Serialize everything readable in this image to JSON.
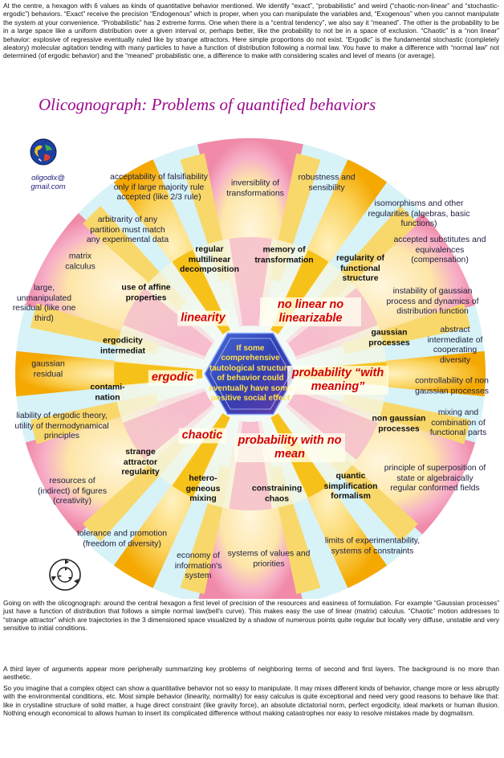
{
  "intro_text": "At the centre, a hexagon with 6 values as kinds of quantitative behavior mentioned. We identify “exact”, “probabilistic” and weird (“chaotic-non-linear” and “stochastic-ergodic”) behaviors. “Exact” receive the precision “Endogenous” which is proper, when you can manipulate the variables and, “Exogenous” when you cannot manipulate the system at your convenience. “Probabilistic” has 2 extreme forms. One when there is a “central tendency”, we also say it “meaned”. The other is the probability to be in a large space like a uniform distribution over a given interval or, perhaps better, like the probability to not be in a space of exclusion. “Chaotic” is a “non linear” behavior: explosive of regressive eventually ruled like by strange attractors. Here simple proportions do not exist. “Ergodic” is the fundamental stochastic (completely aleatory) molecular agitation tending with many particles to have a function of distribution following a normal law. You have to make a difference with “normal law” not determined (of ergodic behavior) and the “meaned” probabilistic one, a difference to make with considering scales and level of means (or average).",
  "title": "Olicognograph: Problems of quantified behaviors",
  "email": "oligodix@\ngmail.com",
  "center_text": "If some comprehensive tautological structure of behavior could eventually have some positive social effect",
  "first_layer": {
    "linearity": "linearity",
    "no_linear": "no linear no linearizable",
    "probability_meaning": "probability “with meaning”",
    "probability_no_mean": "probability with no mean",
    "chaotic": "chaotic",
    "ergodic": "ergodic"
  },
  "second_layer": {
    "regular_multilinear": "regular multilinear decomposition",
    "memory_transformation": "memory of transformation",
    "regularity_functional": "regularity of functional structure",
    "gaussian_processes": "gaussian processes",
    "non_gaussian_processes": "non gaussian processes",
    "quantic_simplification": "quantic simplification formalism",
    "constraining_chaos": "constraining chaos",
    "heterogeneous_mixing": "hetero-geneous mixing",
    "strange_attractor": "strange attractor regularity",
    "contamination": "contami-nation",
    "ergodicity_intermediat": "ergodicity intermediat",
    "affine_properties": "use of affine properties"
  },
  "third_layer": {
    "falsifiability": "acceptability of falsifiability only if large majority rule accepted (like 2/3 rule)",
    "invertibility": "inversiblity of transformations",
    "robustness": "robustness and sensibility",
    "isomorphisms": "isomorphisms and other regularities (algebras, basic functions)",
    "substitutes": "accepted substitutes and equivalences (compensation)",
    "instability": "instability of gaussian process and dynamics of distribution function",
    "abstract": "abstract intermediate of cooperating diversity",
    "controllability": "controllability of non gaussian processes",
    "mixing_combination": "mixing and combination of functional parts",
    "superposition": "principle of superposition of state or algebraically regular conformed fields",
    "experimentability": "limits of experimentability, systems of constraints",
    "values_priorities": "systems of values and priorities",
    "economy_information": "economy of information's system",
    "tolerance": "tolerance and promotion (freedom of diversity)",
    "resources_figures": "resources of (indirect) of figures (creativity)",
    "liability": "liability of ergodic theory, utility of thermodynamical principles",
    "gaussian_residual": "gaussian residual",
    "large_residual": "large, unmanipulated residual (like one third)",
    "matrix_calculus": "matrix calculus",
    "arbitrarity": "arbitrarity of any partition must match any experimental data"
  },
  "para1": "Going on with the olicognograph: around the central hexagon a first level of precision of the resources and easiness of formulation. For example “Gaussian processes” just have a function of distribution that follows a simple normal law(bell's curve). This makes easy the use of linear (matrix) calculus. “Chaotic” motion addresses to “strange attractor” which are trajectories in the 3 dimensioned space visualized by a shadow of numerous points quite regular but locally very diffuse, unstable and very sensitive to initial conditions.",
  "para2": "A third layer of arguments appear more peripherally summarizing key problems of neighboring terms of second and first layers. The background is no more than aesthetic.",
  "para3": "So you imagine that a complex object can show a quantitative behavior not so easy to manipulate. It may mixes different kinds of behavior, change more or less abruptly with the environmental conditions, etc. Most simple behavior (linearity, normality) for easy calculus is quite exceptional and need very good reasons to behave like that: like in crystalline structure of solid matter, a huge direct constraint (like gravity force), an absolute dictatorial norm, perfect ergodicity, ideal markets or human illusion. Nothing enough economical to allows human to insert its complicated difference without making catastrophes nor easy to resolve mistakes made by dogmatism.",
  "colors": {
    "title": "#9a0a8a",
    "outer_disc": "#d7f3f7",
    "inner_ring": "#f7f9ea",
    "hexagon": "#3040b8",
    "center_text": "#ffe04a",
    "first_layer_text": "#d40000",
    "ray_yellow": "#f8c800",
    "ray_pink": "#f49ab8"
  }
}
